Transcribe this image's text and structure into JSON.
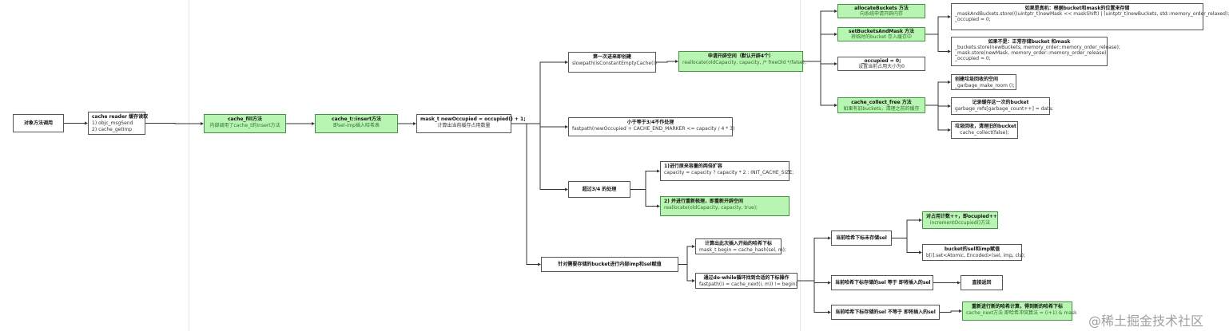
{
  "nodes": {
    "root": {
      "title": "对象方法调用"
    },
    "cache_reader": {
      "title": "cache reader 缓存读取",
      "lines": [
        "1)  objc_msgSend",
        "2)  cache_getImp"
      ]
    },
    "cache_fill": {
      "title": "cache_fill方法",
      "desc": "内部调用了cache_t的insert方法"
    },
    "cache_insert": {
      "title": "cache_t::insert方法",
      "desc": "即sel-imp插入哈希表"
    },
    "new_occupied": {
      "title": "mask_t newOccupied = occupied() + 1;",
      "desc": "计算出当前缓存占用数量"
    },
    "first_create": {
      "title": "第一次进来即创建",
      "desc": "slowpath(isConstantEmptyCache())"
    },
    "reallocate_init": {
      "title": "申请开辟空间（默认开辟4个）",
      "desc": "reallocate(oldCapacity, capacity, /* freeOld */false);"
    },
    "allocate_buckets": {
      "title": "allocateBuckets 方法",
      "desc": "向系统申请开辟内存"
    },
    "set_buckets_mask": {
      "title": "setBucketsAndMask 方法",
      "desc": "将临时的bucket 存入缓存中"
    },
    "occupied_zero": {
      "title": "_occupied = 0;",
      "desc": "设置当前占用大小为0"
    },
    "collect_free": {
      "title": "cache_collect_free 方法",
      "desc": "如果有旧buckets，清理之前的缓存"
    },
    "real_device": {
      "title": "如果是真机：根据bucket和mask的位置来存储",
      "lines": [
        "_maskAndBuckets.store(((uintptr_t)newMask << maskShift) | (uintptr_t)newBuckets, std::memory_order_relaxed);",
        "_occupied = 0;"
      ]
    },
    "not_real_device": {
      "title": "如果不是：正常存储bucket 和mask",
      "lines": [
        "_buckets.store(newBuckets, memory_order::memory_order_release);",
        "_mask.store(newMask, memory_order::memory_order_release);",
        "_occupied = 0;"
      ]
    },
    "garbage_make_room": {
      "title": "创建垃圾回收的空间",
      "desc": "_garbage_make_room ();"
    },
    "garbage_record": {
      "title": "记录缓存这一次的bucket",
      "desc": "garbage_refs[garbage_count++] = data;"
    },
    "garbage_collect": {
      "title": "垃圾回收，清理旧的bucket",
      "desc": "cache_collect(false);"
    },
    "fastpath_small": {
      "title": "小于等于3/4不作处理",
      "desc": "fastpath(newOccupied + CACHE_END_MARKER <= capacity / 4 * 3)"
    },
    "over_three_quarters": {
      "title": "超过3/4 的处理"
    },
    "double_capacity": {
      "title": "1)进行原来容量的两倍扩容",
      "desc": "capacity = capacity ? capacity * 2 : INIT_CACHE_SIZE;"
    },
    "reallocate_new": {
      "title": "2)  并进行重新梳理，即重新开辟空间",
      "desc": "reallocate(oldCapacity, capacity, true);"
    },
    "store_bucket": {
      "title": "针对需要存储的bucket进行内部imp和sel赋值"
    },
    "begin_hash": {
      "title": "计算出此次插入开始的哈希下标",
      "desc": "mask_t begin = cache_hash(sel, m);"
    },
    "do_while": {
      "title": "通过do-while循环找到合适的下标操作",
      "desc": "fastpath((i = cache_next(i, m)) != begin)"
    },
    "no_sel": {
      "title": "当前哈希下标未存储sel"
    },
    "increment_occupied": {
      "title": "对占用计数++，即ocupied++",
      "desc": "incrementOccupied()方法"
    },
    "bucket_set": {
      "title": "bucket的sel和imp赋值",
      "desc": "b[i].set<Atomic, Encoded>(sel, imp, cls);"
    },
    "sel_equal": {
      "title": "当前哈希下标存储的sel 等于 即将插入的sel"
    },
    "return_direct": {
      "title": "直接返回"
    },
    "sel_not_equal": {
      "title": "当前哈希下标存储的sel 不等于 即将插入的sel"
    },
    "cache_next": {
      "title": "重新进行新的哈希计算，得到新的哈希下标",
      "desc": "cache_next方法 即哈希冲突算法 = (i+1) & mask"
    }
  },
  "watermark": "@稀土掘金技术社区"
}
